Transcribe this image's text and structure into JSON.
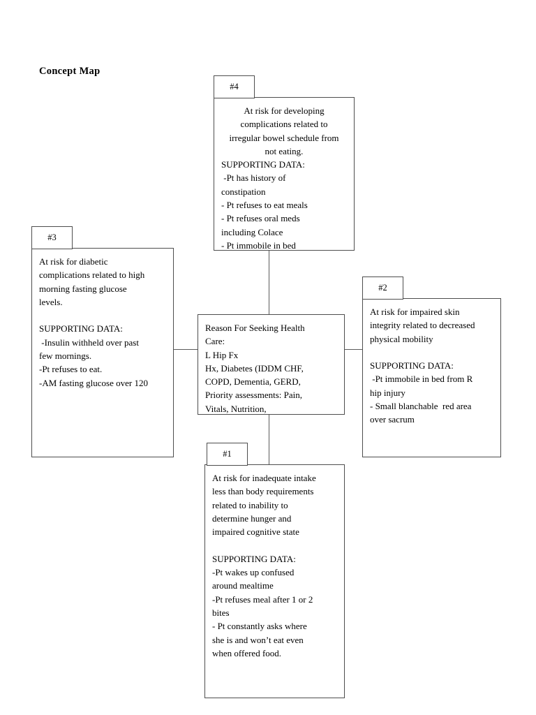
{
  "title": "Concept Map",
  "nodes": {
    "center": {
      "name": "reason-for-seeking-health-care",
      "lines": [
        "Reason For Seeking Health",
        "Care:",
        "L Hip Fx",
        "Hx, Diabetes (IDDM CHF,",
        "COPD, Dementia, GERD,",
        "Priority assessments: Pain,",
        "Vitals, Nutrition,"
      ]
    },
    "n4": {
      "tab": "#4",
      "lines": [
        "At risk for developing",
        "complications related to",
        "irregular bowel schedule from",
        "not eating.",
        "SUPPORTING DATA:",
        " -Pt has history of",
        "constipation",
        "- Pt refuses to eat meals",
        "- Pt refuses oral meds",
        "including Colace",
        "- Pt immobile in bed"
      ]
    },
    "n3": {
      "tab": "#3",
      "lines": [
        "At risk for diabetic",
        "complications related to high",
        "morning fasting glucose",
        "levels.",
        "",
        "SUPPORTING DATA:",
        " -Insulin withheld over past",
        "few mornings.",
        "-Pt refuses to eat.",
        "-AM fasting glucose over 120"
      ]
    },
    "n2": {
      "tab": "#2",
      "lines": [
        "At risk for impaired skin",
        "integrity related to decreased",
        "physical mobility",
        "",
        "SUPPORTING DATA:",
        " -Pt immobile in bed from R",
        "hip injury",
        "- Small blanchable  red area",
        "over sacrum"
      ]
    },
    "n1": {
      "tab": "#1",
      "lines": [
        "At risk for inadequate intake",
        "less than body requirements",
        "related to inability to",
        "determine hunger and",
        "impaired cognitive state",
        "",
        "SUPPORTING DATA:",
        "-Pt wakes up confused",
        "around mealtime",
        "-Pt refuses meal after 1 or 2",
        "bites",
        "- Pt constantly asks where",
        "she is and won’t eat even",
        "when offered food."
      ]
    }
  },
  "connectors": [
    {
      "name": "connector-center-to-node4",
      "orientation": "vertical"
    },
    {
      "name": "connector-center-to-node1",
      "orientation": "vertical"
    },
    {
      "name": "connector-center-to-node3",
      "orientation": "horizontal"
    },
    {
      "name": "connector-center-to-node2",
      "orientation": "horizontal"
    }
  ],
  "colors": {
    "background": "#ffffff",
    "border": "#4d4d4d",
    "connector": "#5a5a5a",
    "text": "#000000"
  }
}
